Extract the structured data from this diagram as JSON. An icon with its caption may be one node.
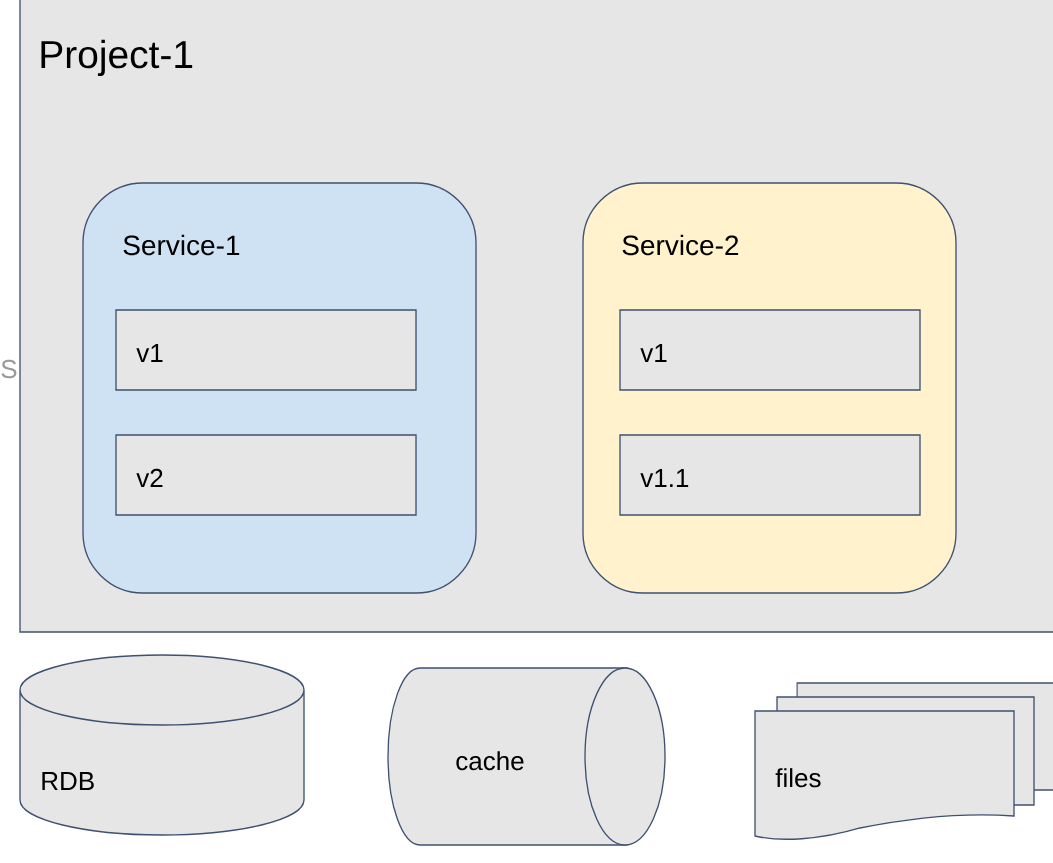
{
  "diagram": {
    "nodes": [
      {
        "text": [
          "Project-1"
        ]
      },
      {
        "text": [
          "Service-1"
        ],
        "in": 0
      },
      {
        "text": [
          "v1"
        ],
        "in": 1
      },
      {
        "text": [
          "v2"
        ],
        "in": 1
      },
      {
        "text": [
          "Service-2"
        ],
        "in": 0
      },
      {
        "text": [
          "v1"
        ],
        "in": 4
      },
      {
        "text": [
          "v1.1"
        ],
        "in": 4
      },
      {
        "text": [
          "RDB"
        ]
      },
      {
        "text": [
          "cache"
        ]
      },
      {
        "text": [
          "files"
        ]
      }
    ],
    "labels": [
      "S"
    ]
  }
}
